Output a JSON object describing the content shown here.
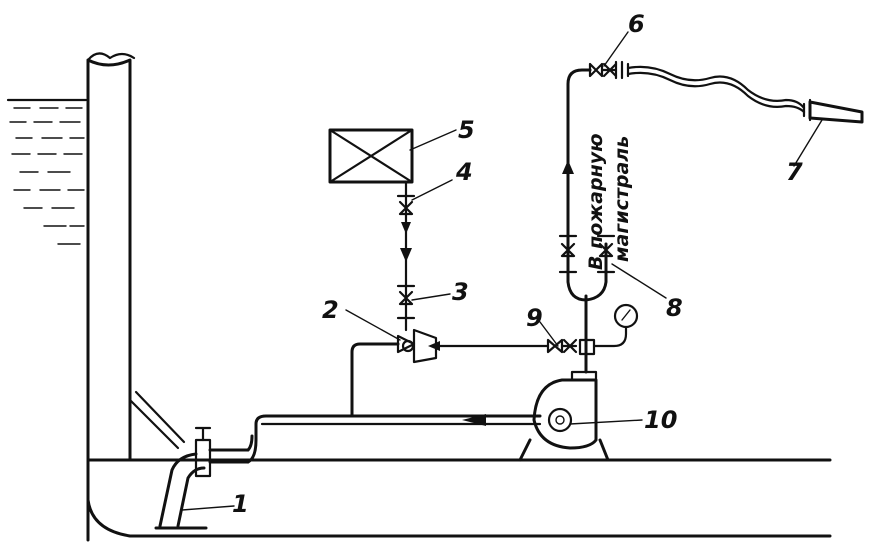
{
  "labels": {
    "l1": "1",
    "l2": "2",
    "l3": "3",
    "l4": "4",
    "l5": "5",
    "l6": "6",
    "l7": "7",
    "l8": "8",
    "l9": "9",
    "l10": "10"
  },
  "vertical_text": {
    "line1": "В пожарную",
    "line2": "магистраль"
  },
  "colors": {
    "ink": "#111111",
    "paper": "#ffffff"
  }
}
